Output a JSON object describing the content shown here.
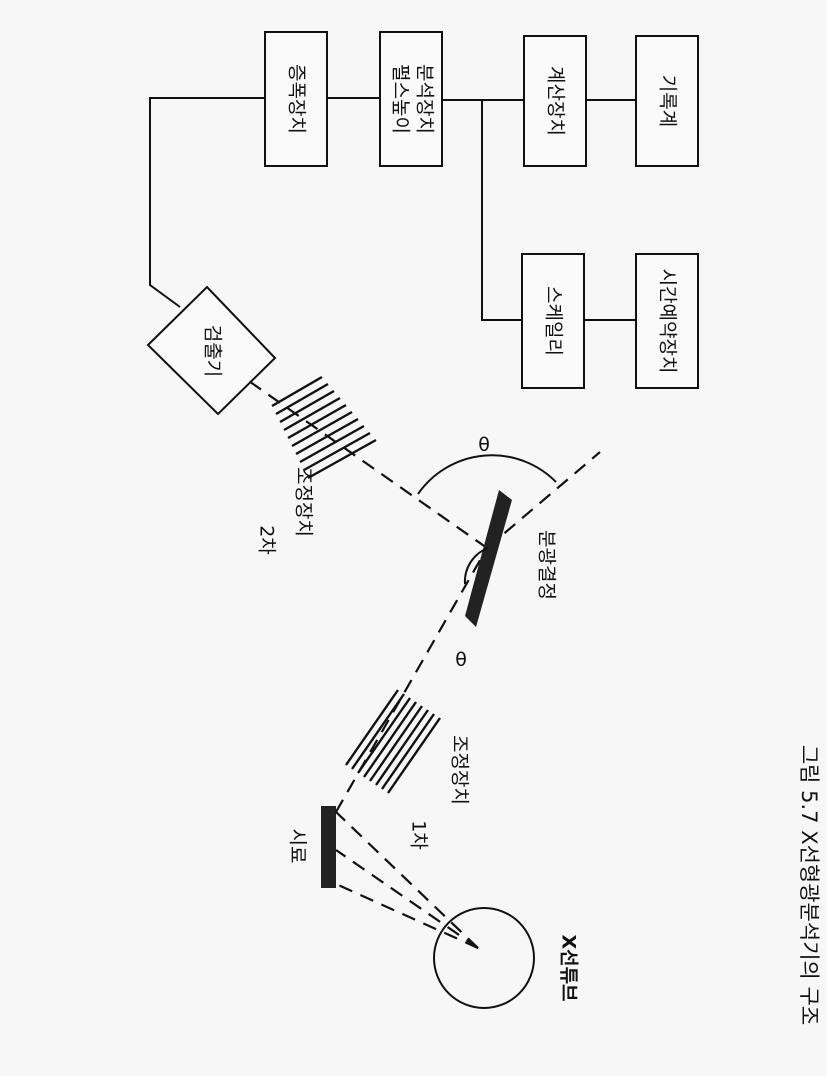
{
  "figure": {
    "caption": "그림 5.7  X선형광분석기의 구조"
  },
  "components": {
    "xray_tube": "X선튜브",
    "sample": "시료",
    "collimator_1_line1": "1차",
    "collimator_1_line2": "조정장치",
    "collimator_2_line1": "2차",
    "collimator_2_line2": "조정장치",
    "analyzing_crystal": "분광결정",
    "theta_symbol": "θ",
    "detector": "검출기"
  },
  "blocks": {
    "amplifier": "증폭장치",
    "pulse_height_line1": "펄스높이",
    "pulse_height_line2": "분석장치",
    "counter": "계산장치",
    "recorder": "기록계",
    "scaler": "스케일리",
    "timer": "시간예약장치"
  }
}
